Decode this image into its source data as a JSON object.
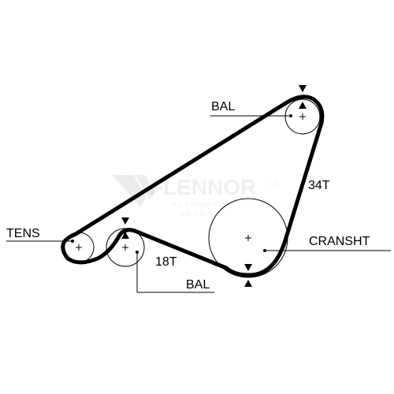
{
  "labels": {
    "bal_top": "BAL",
    "teeth_right": "34T",
    "tens": "TENS",
    "cranksht": "CRANSHT",
    "teeth_bottom": "18T",
    "bal_bottom": "BAL"
  },
  "watermark": {
    "brand": "FLENNOR",
    "registered": "®",
    "line1": "AUTOMOTIVE",
    "line2": "GERMANY"
  },
  "colors": {
    "ink": "#000000",
    "background": "#ffffff"
  }
}
